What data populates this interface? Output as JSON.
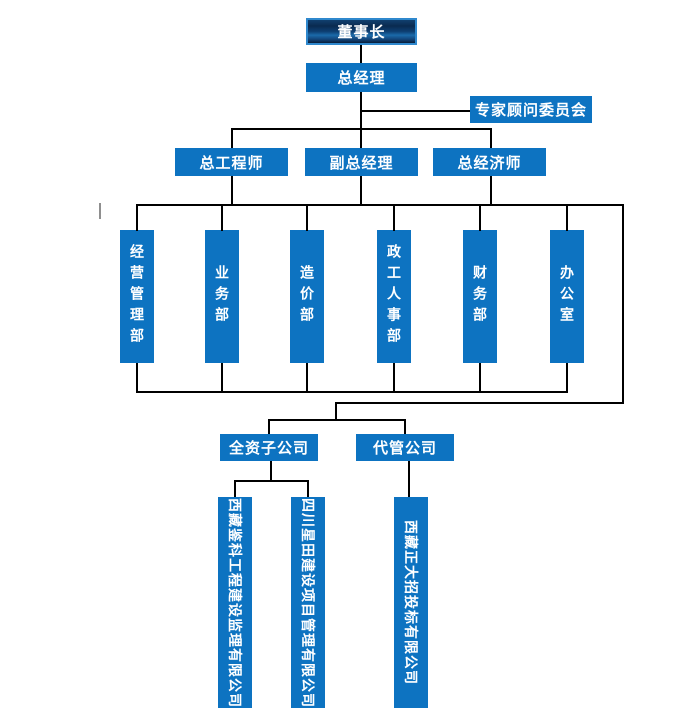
{
  "nodes": {
    "chairman": "董事长",
    "general_manager": "总经理",
    "expert_advisory_committee": "专家顾问委员会",
    "chief_engineer": "总工程师",
    "deputy_general_manager": "副总经理",
    "chief_economist": "总经济师",
    "operations_management_dept": "经营管理部",
    "business_dept": "业务部",
    "cost_dept": "造价部",
    "political_personnel_dept": "政工人事部",
    "finance_dept": "财务部",
    "office": "办公室",
    "wholly_owned_subsidiaries": "全资子公司",
    "managed_companies": "代管公司",
    "company_tibet_jianke": "西藏鉴科工程建设监理有限公司",
    "company_sichuan_xingtian": "四川星田建设项目管理有限公司",
    "company_tibet_zhengda": "西藏正大招投标有限公司"
  },
  "colors": {
    "box_fill": "#0d73c1",
    "box_text": "#ffffff",
    "connector": "#000000",
    "chairman_border": "#2f88cd",
    "chairman_gradient_dark": "#0a2a50",
    "chairman_gradient_light": "#1b6aa9"
  }
}
